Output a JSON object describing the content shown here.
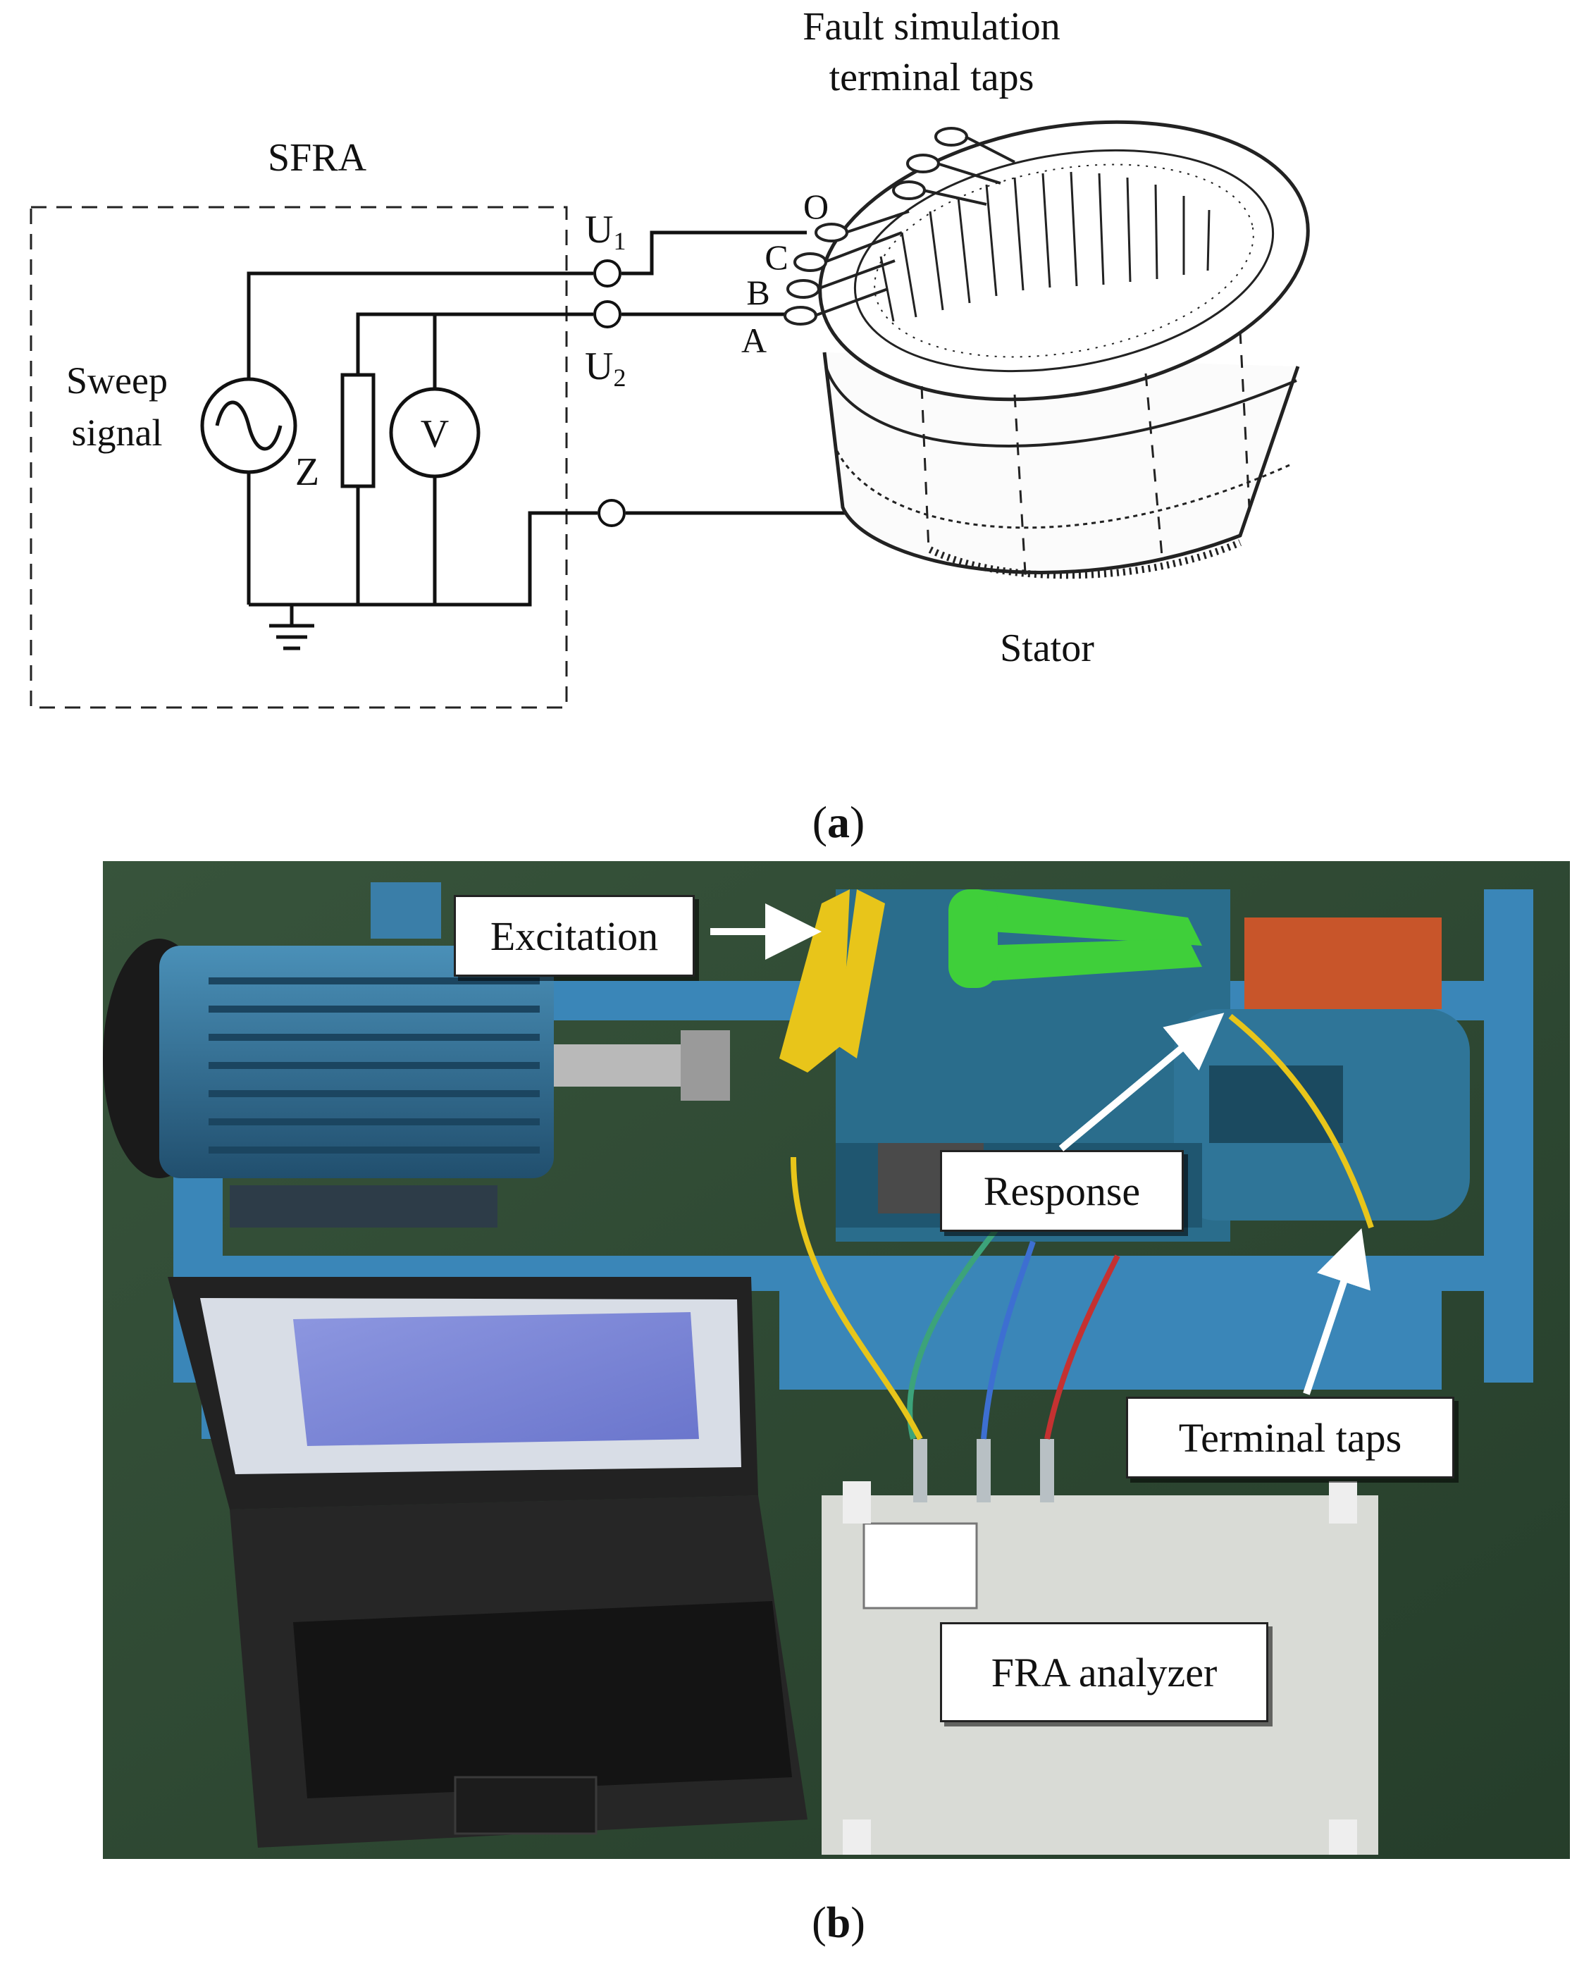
{
  "panel_a": {
    "label_prefix": "(",
    "label_letter": "a",
    "label_suffix": ")",
    "title_fault_line1": "Fault simulation",
    "title_fault_line2": "terminal taps",
    "sfra_label": "SFRA",
    "sweep_line1": "Sweep",
    "sweep_line2": "signal",
    "impedance_label": "Z",
    "voltmeter_label": "V",
    "u1_main": "U",
    "u1_sub": "1",
    "u2_main": "U",
    "u2_sub": "2",
    "tap_o": "O",
    "tap_c": "C",
    "tap_b": "B",
    "tap_a": "A",
    "stator_label": "Stator"
  },
  "panel_b": {
    "label_prefix": "(",
    "label_letter": "b",
    "label_suffix": ")",
    "callouts": {
      "excitation": "Excitation",
      "response": "Response",
      "terminal_taps": "Terminal taps",
      "fra_analyzer": "FRA analyzer"
    }
  },
  "colors": {
    "floor_green": "#2f4a34",
    "frame_blue": "#3a86b8",
    "motor_blue": "#2f6f96",
    "clamp_yellow": "#e8c51a",
    "clamp_green": "#3fcf3a",
    "terminal_orange": "#c8552a",
    "analyzer_gray": "#d9dbd6"
  }
}
